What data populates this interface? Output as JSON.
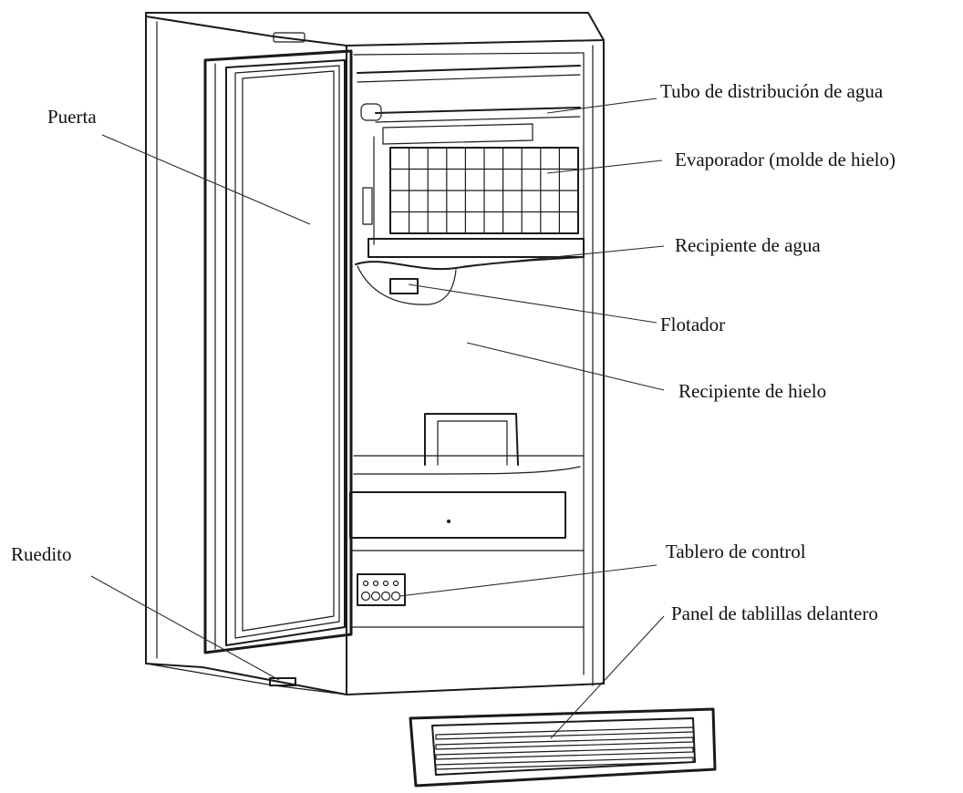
{
  "labels": {
    "door": "Puerta",
    "water_tube": "Tubo de distribución de agua",
    "evaporator": "Evaporador (molde de hielo)",
    "water_tray": "Recipiente de agua",
    "float": "Flotador",
    "ice_bin": "Recipiente de hielo",
    "caster": "Ruedito",
    "control_panel": "Tablero de control",
    "louver_panel": "Panel de tablillas delantero"
  }
}
